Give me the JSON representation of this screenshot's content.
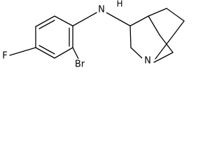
{
  "molecule": {
    "atoms": {
      "n_amine": "N",
      "h_amine": "H",
      "n_ring": "N",
      "fluorine": "F",
      "bromine": "Br"
    }
  }
}
